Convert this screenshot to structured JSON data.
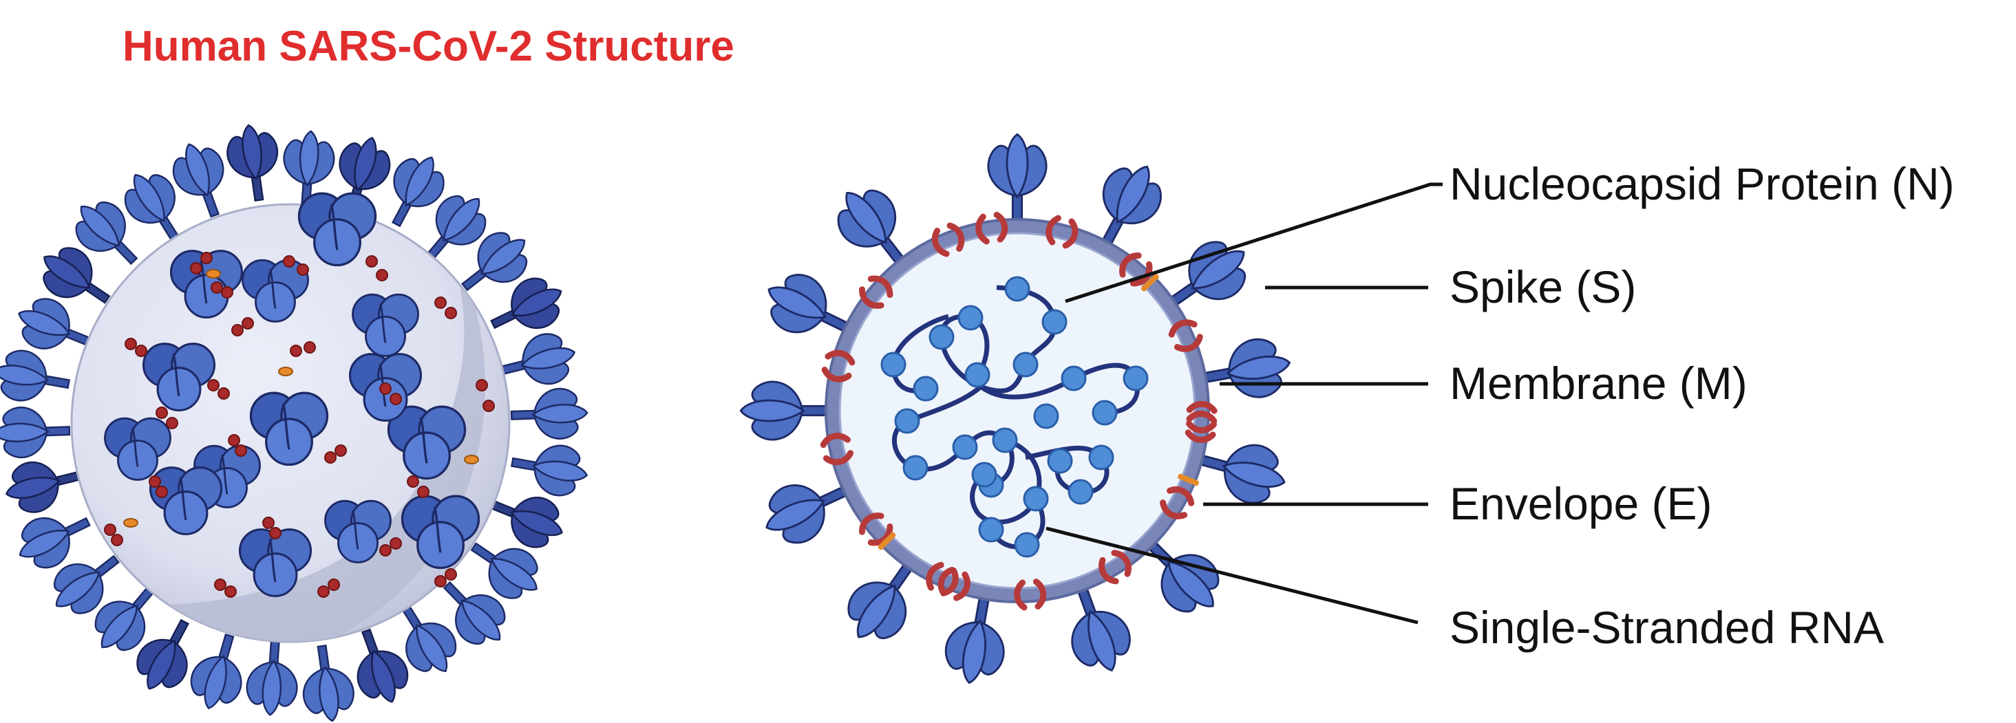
{
  "title": "Human SARS-CoV-2 Structure",
  "labels": {
    "nucleocapsid": "Nucleocapsid Protein (N)",
    "spike": "Spike (S)",
    "membrane": "Membrane (M)",
    "envelope": "Envelope (E)",
    "rna": "Single-Stranded RNA"
  },
  "colors": {
    "title": "#e02d2d",
    "spike_light": "#4d6fc4",
    "spike_dark": "#2c3f86",
    "spike_outline": "#1d2a66",
    "particle_body": "#e6e8f4",
    "particle_shadow": "#bcc0d6",
    "membrane_ring": "#7a86b7",
    "interior": "#eef4fc",
    "rna_strand": "#23337c",
    "rna_bead": "#4f8ed6",
    "membrane_protein": "#b73a3a",
    "envelope_protein": "#e68a2a"
  }
}
